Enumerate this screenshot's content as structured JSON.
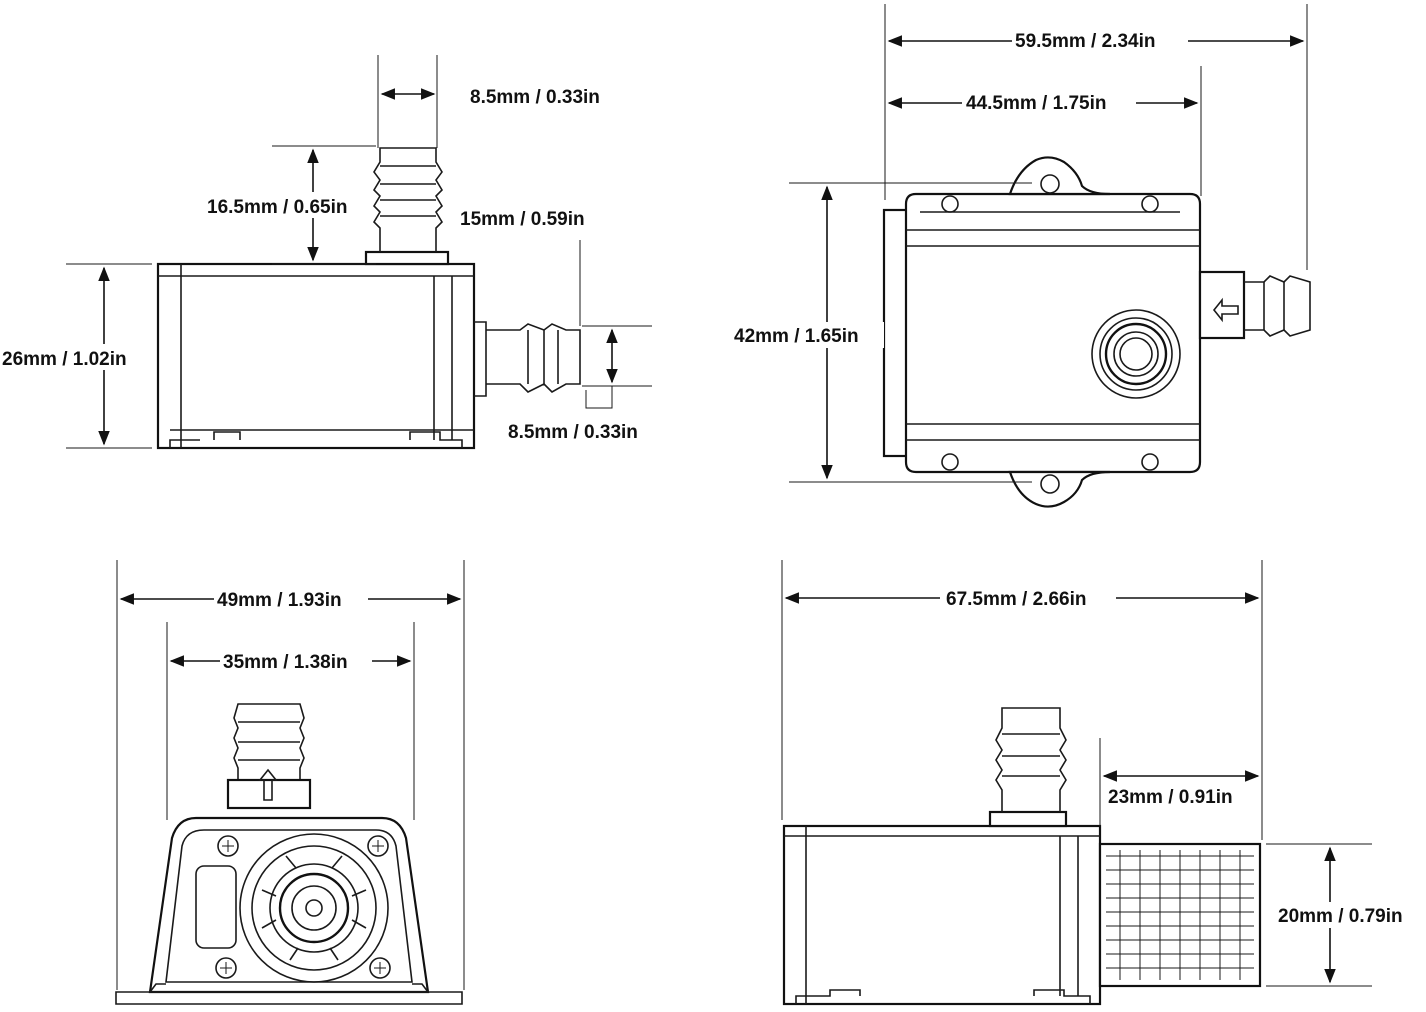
{
  "views": {
    "side": {
      "top_barb_width": "8.5mm / 0.33in",
      "top_barb_height": "16.5mm / 0.65in",
      "side_barb_length": "15mm / 0.59in",
      "body_height": "26mm / 1.02in",
      "side_barb_diameter": "8.5mm / 0.33in"
    },
    "top": {
      "overall_length": "59.5mm / 2.34in",
      "body_length": "44.5mm / 1.75in",
      "body_width": "42mm / 1.65in"
    },
    "front": {
      "overall_width": "49mm / 1.93in",
      "body_width": "35mm / 1.38in"
    },
    "side_with_filter": {
      "overall_length": "67.5mm / 2.66in",
      "filter_length": "23mm / 0.91in",
      "filter_height": "20mm / 0.79in"
    }
  },
  "colors": {
    "line": "#111111",
    "background": "#ffffff"
  }
}
